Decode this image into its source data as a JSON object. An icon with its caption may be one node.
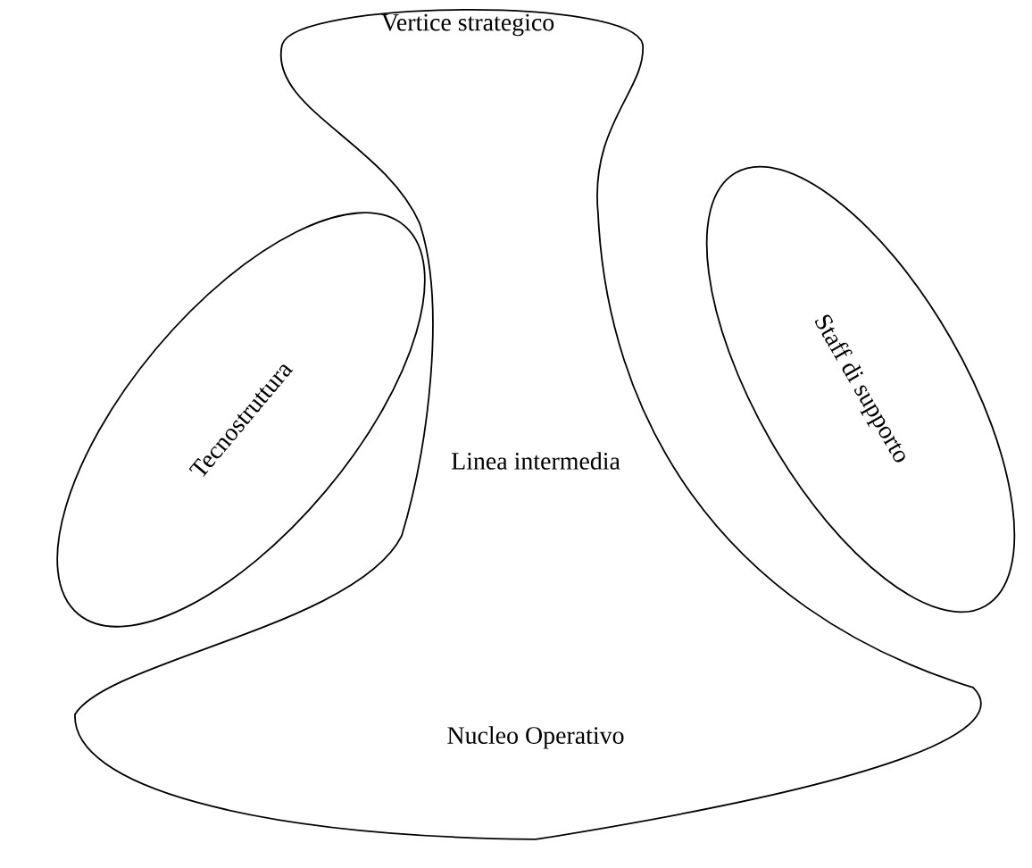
{
  "diagram": {
    "nodes": [
      {
        "text": [
          "Vertice strategico"
        ]
      },
      {
        "text": [
          "Tecnostruttura"
        ]
      },
      {
        "text": [
          "Linea intermedia"
        ]
      },
      {
        "text": [
          "Staff di supporto"
        ]
      },
      {
        "text": [
          "Nucleo Operativo"
        ]
      }
    ]
  }
}
